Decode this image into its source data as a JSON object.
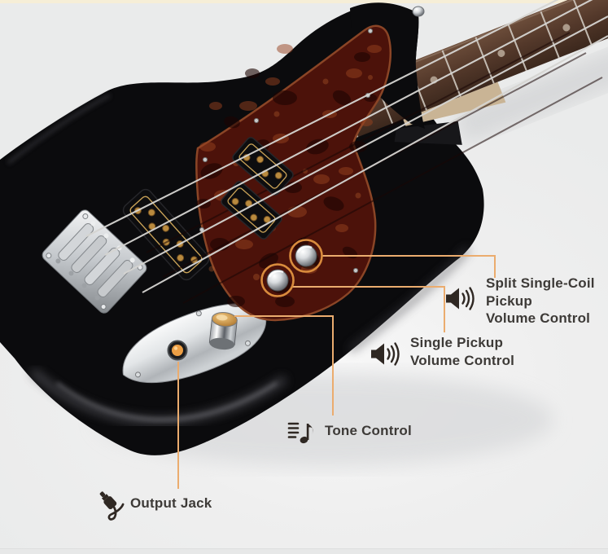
{
  "annotations": {
    "accent_ring_color": "#D98C3D",
    "leader_line_color": "#EBAC6E",
    "jack_highlight_color": "#ED9F45",
    "labels": [
      {
        "name": "split-single-coil-pickup-volume-control",
        "icon": "speaker-volume-icon",
        "lines": [
          "Split Single-Coil",
          "Pickup",
          "Volume Control"
        ]
      },
      {
        "name": "single-pickup-volume-control",
        "icon": "speaker-volume-icon",
        "lines": [
          "Single Pickup",
          "Volume Control"
        ]
      },
      {
        "name": "tone-control",
        "icon": "music-note-icon",
        "lines": [
          "Tone Control"
        ]
      },
      {
        "name": "output-jack",
        "icon": "cable-plug-icon",
        "lines": [
          "Output Jack"
        ]
      }
    ]
  },
  "subject": {
    "type": "electric bass guitar photo",
    "body_color": "#0b0b0d",
    "pickguard_style": "red tortoiseshell",
    "background_color": "#ECEDED",
    "top_border_color": "#F6EED7"
  }
}
